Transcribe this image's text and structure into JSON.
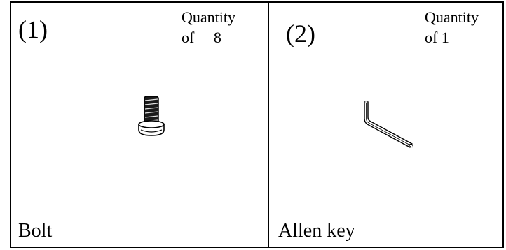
{
  "parts": [
    {
      "number": "(1)",
      "quantity_line1": "Quantity",
      "quantity_line2": "of     8",
      "name": "Bolt",
      "icon": "bolt-icon"
    },
    {
      "number": "(2)",
      "quantity_line1": "Quantity",
      "quantity_line2": "of 1",
      "name": "Allen key",
      "icon": "allen-key-icon"
    }
  ]
}
